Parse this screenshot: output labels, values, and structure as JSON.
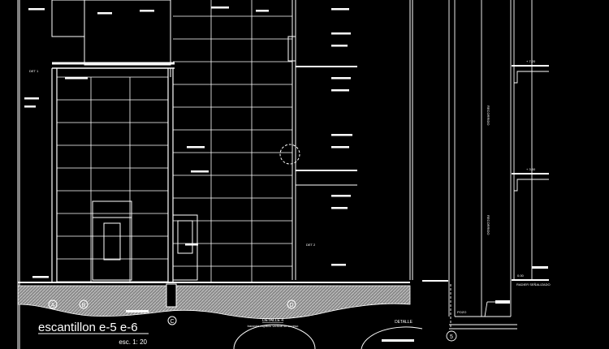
{
  "drawing": {
    "title": "escantillon  e-5  e-6",
    "scale": "esc. 1: 20",
    "axes": [
      "A",
      "B",
      "C",
      "D"
    ],
    "det_labels": [
      "DET 1",
      "DET 2"
    ],
    "detail4": {
      "title": "DETALLE 4",
      "subtitle": "baranda espacio vertical de acceso"
    },
    "detail5": {
      "title": "DETALLE"
    },
    "section": {
      "axis": "5",
      "levels": [
        "+ 7.20",
        "+ 3.60",
        "0.00"
      ],
      "recorrido": "RECORRIDO",
      "pozo": "POZO",
      "radier": "RADIER SEÑALIZADO"
    },
    "colors": {
      "background": "#000000",
      "lines": "#ffffff",
      "hatch": "#bdbdbd"
    }
  }
}
